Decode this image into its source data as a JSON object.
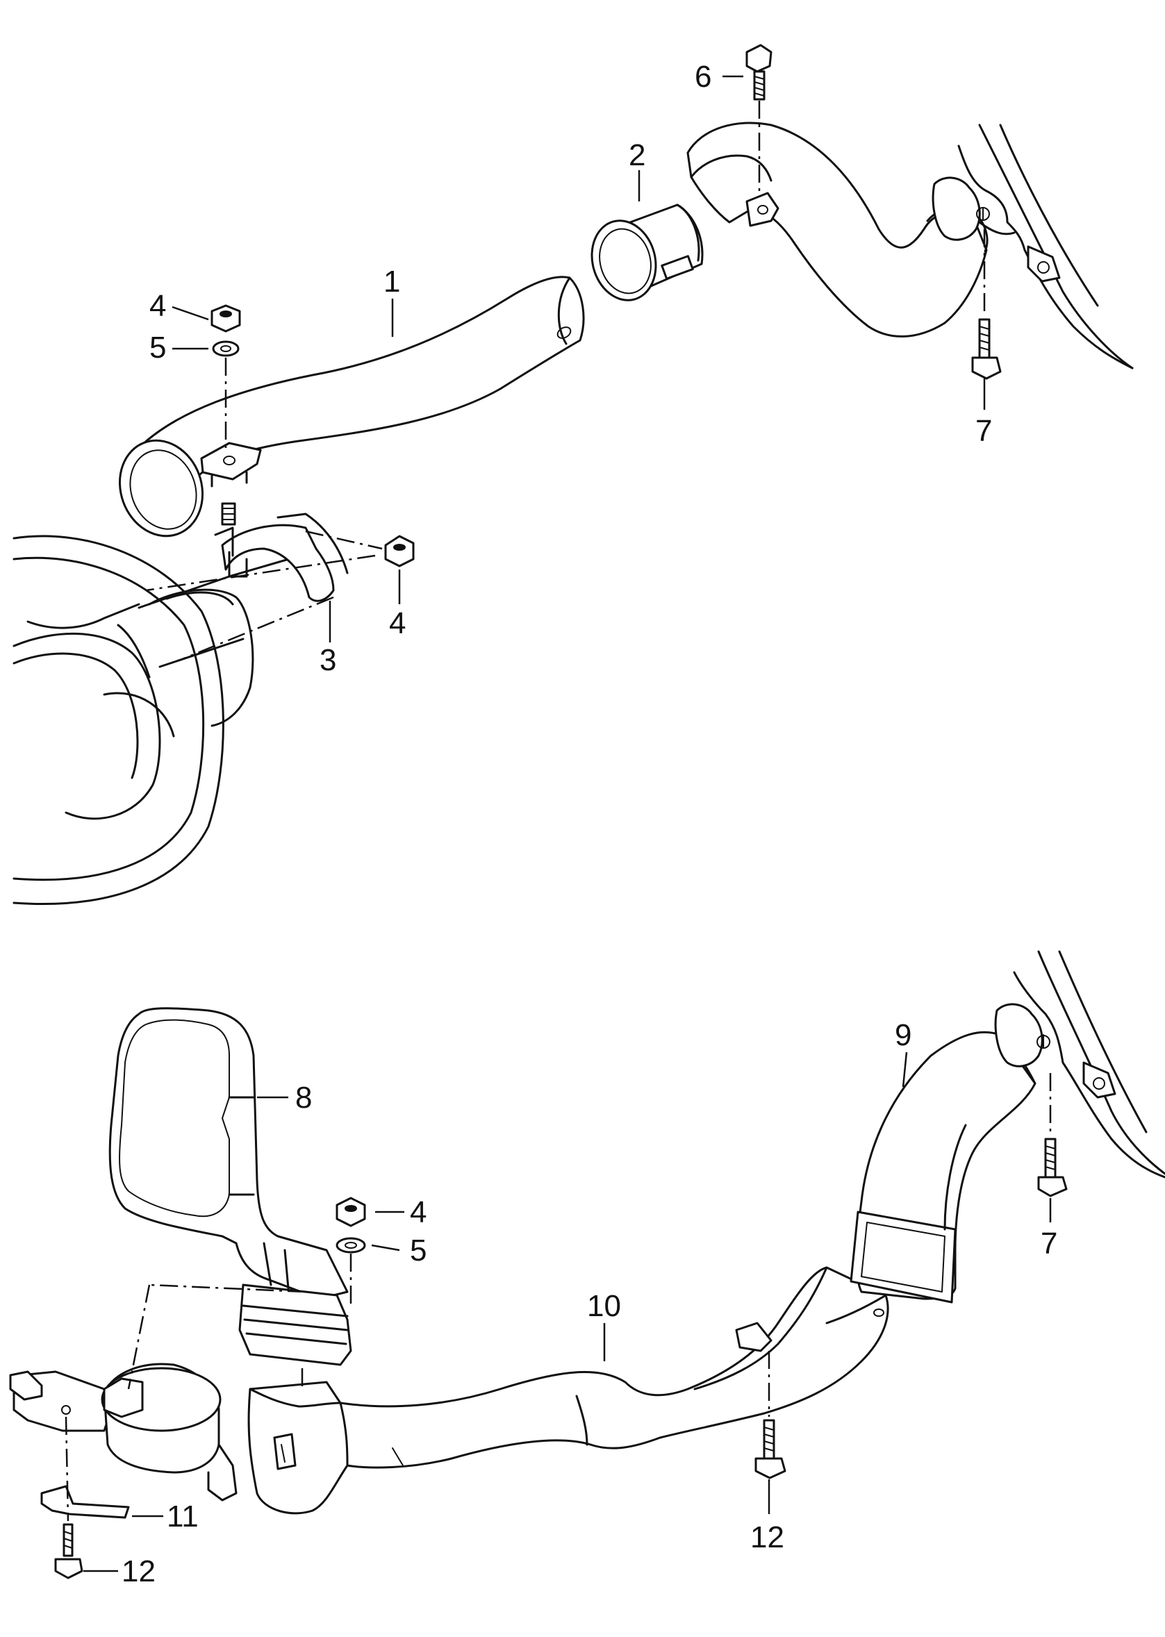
{
  "callouts": [
    {
      "id": "c1",
      "text": "1"
    },
    {
      "id": "c2",
      "text": "2"
    },
    {
      "id": "c3",
      "text": "3"
    },
    {
      "id": "c4a",
      "text": "4"
    },
    {
      "id": "c4b",
      "text": "4"
    },
    {
      "id": "c4c",
      "text": "4"
    },
    {
      "id": "c5a",
      "text": "5"
    },
    {
      "id": "c5b",
      "text": "5"
    },
    {
      "id": "c6",
      "text": "6"
    },
    {
      "id": "c7a",
      "text": "7"
    },
    {
      "id": "c7b",
      "text": "7"
    },
    {
      "id": "c8",
      "text": "8"
    },
    {
      "id": "c9",
      "text": "9"
    },
    {
      "id": "c10",
      "text": "10"
    },
    {
      "id": "c11",
      "text": "11"
    },
    {
      "id": "c12a",
      "text": "12"
    },
    {
      "id": "c12b",
      "text": "12"
    }
  ]
}
